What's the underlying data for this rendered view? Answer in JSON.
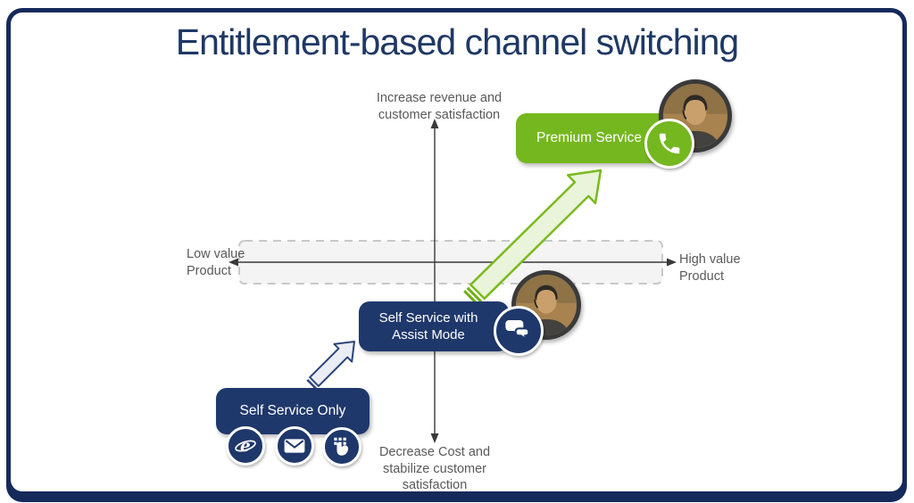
{
  "slide": {
    "title": "Entitlement-based channel switching"
  },
  "axes": {
    "vertical_top": "Increase revenue and\ncustomer satisfaction",
    "vertical_bottom": "Decrease Cost and\nstabilize customer\nsatisfaction",
    "horizontal_left": "Low value\nProduct",
    "horizontal_right": "High value\nProduct"
  },
  "nodes": {
    "premium": {
      "label": "Premium Service",
      "icon": "phone-icon",
      "avatar": "support-agent-photo"
    },
    "assist": {
      "label": "Self Service with\nAssist Mode",
      "icon": "chat-bubbles-icon",
      "avatar": "support-agent-photo"
    },
    "self_only": {
      "label": "Self Service Only",
      "icons": [
        "browser-icon",
        "email-icon",
        "keypad-hand-icon"
      ]
    }
  },
  "arrows": [
    {
      "from": "self-service-only",
      "to": "self-service-with-assist-mode",
      "style": "gray-outline-block-arrow"
    },
    {
      "from": "self-service-with-assist-mode",
      "to": "premium-service",
      "style": "green-block-arrow"
    }
  ],
  "colors": {
    "navy": "#1F386B",
    "frame_navy": "#15295B",
    "green": "#75B71F",
    "green_arrow_fill": "#E9F4DA",
    "gray_arrow_fill": "#EAEDF3",
    "gray_text": "#595959",
    "band_fill": "#F3F3F3",
    "band_border": "#C8C8C8",
    "title_navy": "#1F3864"
  }
}
